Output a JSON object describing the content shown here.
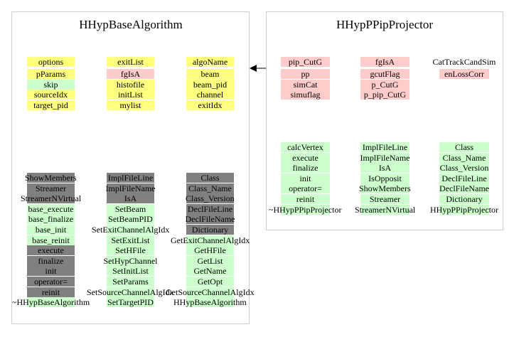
{
  "colors": {
    "yellow": "#ffff80",
    "pink": "#ffcccc",
    "green": "#ccffcc",
    "grey": "#808080"
  },
  "left": {
    "title": "HHypBaseAlgorithm",
    "blocks": [
      {
        "col": 0,
        "row": 0,
        "items": [
          {
            "text": "options",
            "color": "yellow"
          }
        ]
      },
      {
        "col": 0,
        "row": 1,
        "items": [
          {
            "text": "pParams",
            "color": "yellow"
          },
          {
            "text": "skip",
            "color": "green"
          },
          {
            "text": "sourceIdx",
            "color": "yellow"
          },
          {
            "text": "target_pid",
            "color": "yellow"
          }
        ]
      },
      {
        "col": 1,
        "row": 0,
        "items": [
          {
            "text": "exitList",
            "color": "yellow"
          }
        ]
      },
      {
        "col": 1,
        "row": 1,
        "items": [
          {
            "text": "fgIsA",
            "color": "pink"
          },
          {
            "text": "histofile",
            "color": "yellow"
          },
          {
            "text": "initList",
            "color": "yellow"
          },
          {
            "text": "mylist",
            "color": "yellow"
          }
        ]
      },
      {
        "col": 2,
        "row": 0,
        "items": [
          {
            "text": "algoName",
            "color": "yellow"
          }
        ]
      },
      {
        "col": 2,
        "row": 1,
        "items": [
          {
            "text": "beam",
            "color": "yellow"
          },
          {
            "text": "beam_pid",
            "color": "yellow"
          },
          {
            "text": "channel",
            "color": "yellow"
          },
          {
            "text": "exitIdx",
            "color": "yellow"
          }
        ]
      },
      {
        "col": 0,
        "row": 2,
        "items": [
          {
            "text": "ShowMembers",
            "color": "grey"
          },
          {
            "text": "Streamer",
            "color": "grey"
          },
          {
            "text": "StreamerNVirtual",
            "color": "grey"
          },
          {
            "text": "base_execute",
            "color": "green"
          },
          {
            "text": "base_finalize",
            "color": "green"
          },
          {
            "text": "base_init",
            "color": "green"
          },
          {
            "text": "base_reinit",
            "color": "green"
          },
          {
            "text": "execute",
            "color": "grey"
          },
          {
            "text": "finalize",
            "color": "grey"
          },
          {
            "text": "init",
            "color": "grey"
          },
          {
            "text": "operator=",
            "color": "grey"
          },
          {
            "text": "reinit",
            "color": "grey"
          },
          {
            "text": "~HHypBaseAlgorithm",
            "color": "green"
          }
        ]
      },
      {
        "col": 1,
        "row": 2,
        "items": [
          {
            "text": "ImplFileLine",
            "color": "grey"
          },
          {
            "text": "ImplFileName",
            "color": "grey"
          },
          {
            "text": "IsA",
            "color": "grey"
          },
          {
            "text": "SetBeam",
            "color": "green"
          },
          {
            "text": "SetBeamPID",
            "color": "green"
          },
          {
            "text": "SetExitChannelAlgIdx",
            "color": "green"
          },
          {
            "text": "SetExitList",
            "color": "green"
          },
          {
            "text": "SetHFile",
            "color": "green"
          },
          {
            "text": "SetHypChannel",
            "color": "green"
          },
          {
            "text": "SetInitList",
            "color": "green"
          },
          {
            "text": "SetParams",
            "color": "green"
          },
          {
            "text": "SetSourceChannelAlgIdx",
            "color": "green"
          },
          {
            "text": "SetTargetPID",
            "color": "green"
          }
        ]
      },
      {
        "col": 2,
        "row": 2,
        "items": [
          {
            "text": "Class",
            "color": "grey"
          },
          {
            "text": "Class_Name",
            "color": "grey"
          },
          {
            "text": "Class_Version",
            "color": "grey"
          },
          {
            "text": "DeclFileLine",
            "color": "grey"
          },
          {
            "text": "DeclFileName",
            "color": "grey"
          },
          {
            "text": "Dictionary",
            "color": "grey"
          },
          {
            "text": "GetExitChannelAlgIdx",
            "color": "green"
          },
          {
            "text": "GetHFile",
            "color": "green"
          },
          {
            "text": "GetList",
            "color": "green"
          },
          {
            "text": "GetName",
            "color": "green"
          },
          {
            "text": "GetOpt",
            "color": "green"
          },
          {
            "text": "GetSourceChannelAlgIdx",
            "color": "green"
          },
          {
            "text": "HHypBaseAlgorithm",
            "color": "green"
          }
        ]
      }
    ]
  },
  "right": {
    "title": "HHypPPipProjector",
    "blocks": [
      {
        "col": 0,
        "row": 0,
        "items": [
          {
            "text": "pip_CutG",
            "color": "pink"
          }
        ]
      },
      {
        "col": 0,
        "row": 1,
        "items": [
          {
            "text": "pp",
            "color": "pink"
          },
          {
            "text": "simCat",
            "color": "pink"
          },
          {
            "text": "simuflag",
            "color": "pink"
          }
        ]
      },
      {
        "col": 1,
        "row": 0,
        "items": [
          {
            "text": "fgIsA",
            "color": "pink"
          }
        ]
      },
      {
        "col": 1,
        "row": 1,
        "items": [
          {
            "text": "gcutFlag",
            "color": "pink"
          },
          {
            "text": "p_CutG",
            "color": "pink"
          },
          {
            "text": "p_pip_CutG",
            "color": "pink"
          }
        ]
      },
      {
        "col": 2,
        "row": 0,
        "items": [
          {
            "text": "CatTrackCandSim",
            "color": "white"
          }
        ]
      },
      {
        "col": 2,
        "row": 1,
        "items": [
          {
            "text": "enLossCorr",
            "color": "pink"
          }
        ]
      },
      {
        "col": 0,
        "row": 2,
        "items": [
          {
            "text": "calcVertex",
            "color": "green"
          },
          {
            "text": "execute",
            "color": "green"
          },
          {
            "text": "finalize",
            "color": "green"
          },
          {
            "text": "init",
            "color": "green"
          },
          {
            "text": "operator=",
            "color": "green"
          },
          {
            "text": "reinit",
            "color": "green"
          },
          {
            "text": "~HHypPPipProjector",
            "color": "green"
          }
        ]
      },
      {
        "col": 1,
        "row": 2,
        "items": [
          {
            "text": "ImplFileLine",
            "color": "green"
          },
          {
            "text": "ImplFileName",
            "color": "green"
          },
          {
            "text": "IsA",
            "color": "green"
          },
          {
            "text": "IsOpposit",
            "color": "green"
          },
          {
            "text": "ShowMembers",
            "color": "green"
          },
          {
            "text": "Streamer",
            "color": "green"
          },
          {
            "text": "StreamerNVirtual",
            "color": "green"
          }
        ]
      },
      {
        "col": 2,
        "row": 2,
        "items": [
          {
            "text": "Class",
            "color": "green"
          },
          {
            "text": "Class_Name",
            "color": "green"
          },
          {
            "text": "Class_Version",
            "color": "green"
          },
          {
            "text": "DeclFileLine",
            "color": "green"
          },
          {
            "text": "DeclFileName",
            "color": "green"
          },
          {
            "text": "Dictionary",
            "color": "green"
          },
          {
            "text": "HHypPPipProjector",
            "color": "green"
          }
        ]
      }
    ]
  }
}
